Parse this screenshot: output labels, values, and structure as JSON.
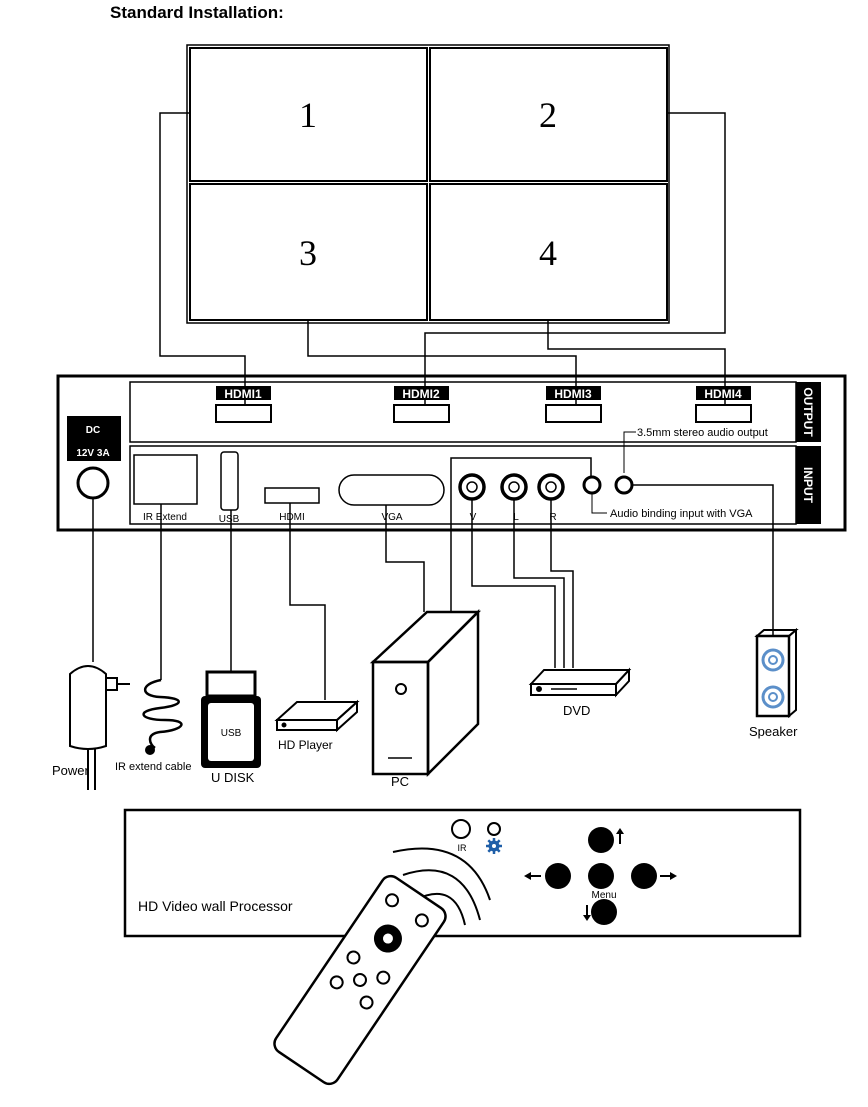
{
  "heading": "Standard Installation:",
  "screens": [
    "1",
    "2",
    "3",
    "4"
  ],
  "processor": {
    "output_label": "OUTPUT",
    "input_label": "INPUT",
    "outputs": [
      "HDMI1",
      "HDMI2",
      "HDMI3",
      "HDMI4"
    ],
    "audio_output_label": "3.5mm stereo audio output",
    "audio_input_label": "Audio binding input with VGA",
    "dc_label": "DC",
    "dc_rating": "12V 3A",
    "ports": {
      "ir_extend": "IR Extend",
      "usb": "USB",
      "hdmi": "HDMI",
      "vga": "VGA",
      "video": "V",
      "left": "L",
      "right": "R"
    }
  },
  "devices": {
    "power": "Power",
    "ir_cable": "IR extend cable",
    "usb_stick": "USB",
    "u_disk": "U DISK",
    "hd_player": "HD Player",
    "pc": "PC",
    "dvd": "DVD",
    "speaker": "Speaker"
  },
  "front_panel": {
    "title": "HD Video wall Processor",
    "ir": "IR",
    "menu": "Menu"
  },
  "colors": {
    "line": "#000000",
    "label_bg": "#000000",
    "label_text": "#ffffff",
    "gear": "#1f5fa8",
    "speaker_cone": "#5b8fc9"
  }
}
